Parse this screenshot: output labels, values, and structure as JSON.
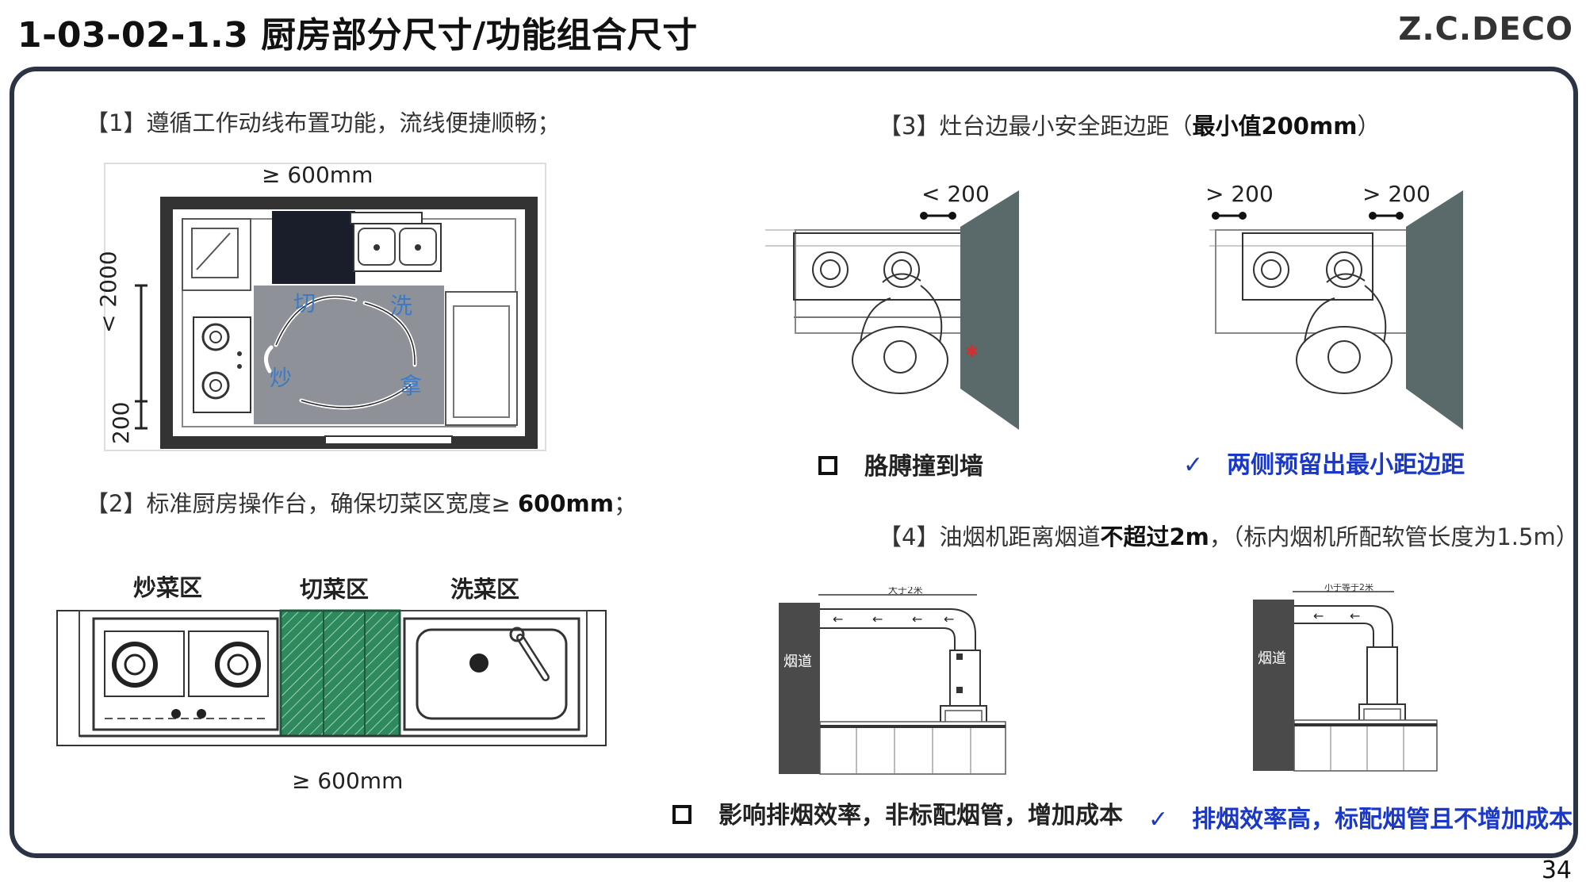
{
  "page": {
    "title": "1-03-02-1.3 厨房部分尺寸/功能组合尺寸",
    "brand": "Z.C.DECO",
    "page_number": "34"
  },
  "section1": {
    "heading": "【1】遵循工作动线布置功能，流线便捷顺畅；",
    "dim_top": "≥ 600mm",
    "dim_side_main": "< 2000",
    "dim_side_small": "200",
    "flow_labels": [
      "切",
      "洗",
      "拿",
      "炒"
    ]
  },
  "section2": {
    "heading_prefix": "【2】标准厨房操作台，确保切菜区宽度≥ ",
    "heading_bold": "600mm",
    "heading_suffix": "；",
    "zones": [
      "炒菜区",
      "切菜区",
      "洗菜区"
    ],
    "dim_bottom": "≥ 600mm"
  },
  "section3": {
    "heading_prefix": "【3】灶台边最小安全距边距（",
    "heading_bold": "最小值200mm",
    "heading_suffix": "）",
    "left_dim": "< 200",
    "right_dim_1": "> 200",
    "right_dim_2": "> 200",
    "bad_caption": "胳膊撞到墙",
    "good_caption": "两侧预留出最小距边距"
  },
  "section4": {
    "heading_prefix": "【4】油烟机距离烟道",
    "heading_bold": "不超过2m",
    "heading_suffix": "，（标内烟机所配软管长度为1.5m）",
    "flue_label": "烟道",
    "left_note": "大于2米",
    "right_note": "小于等于2米",
    "bad_caption": "影响排烟效率，非标配烟管，增加成本",
    "good_caption": "排烟效率高，标配烟管且不增加成本"
  },
  "colors": {
    "frame": "#2b3344",
    "good_text": "#1a38c8",
    "work_zone": "#8f9199",
    "cut_zone": "#2e8a5e",
    "wall": "#4a4a4a",
    "flow_text": "#3a7ac8"
  }
}
